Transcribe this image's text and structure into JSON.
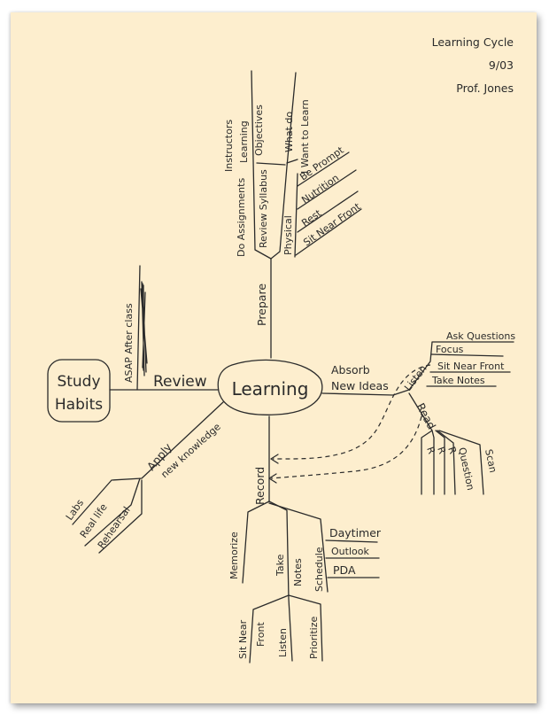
{
  "header": {
    "title": "Learning Cycle",
    "date": "9/03",
    "author": "Prof. Jones"
  },
  "center": "Learning",
  "study_box": {
    "line1": "Study",
    "line2": "Habits"
  },
  "review": {
    "label": "Review",
    "sub": "ASAP After class"
  },
  "prepare": {
    "label": "Prepare",
    "objectives": {
      "l1": "Instructors",
      "l2": "Learning",
      "l3": "Objectives"
    },
    "want": {
      "l1": "What do",
      "l2": "I Want to Learn"
    },
    "do_assignments": "Do Assignments",
    "review_syllabus": "Review Syllabus",
    "physical": "Physical",
    "physical_items": [
      "Be Prompt",
      "Nutrition",
      "Rest",
      "Sit Near Front"
    ]
  },
  "absorb": {
    "label_l1": "Absorb",
    "label_l2": "New Ideas",
    "listen": "Listen",
    "listen_items": [
      "Ask Questions",
      "Focus",
      "Sit Near Front",
      "Take Notes"
    ],
    "read": "Read",
    "read_items": [
      "R",
      "R",
      "R",
      "Question",
      "Scan"
    ]
  },
  "apply": {
    "label_l1": "Apply",
    "label_l2": "new knowledge",
    "items": [
      "Labs",
      "Real life",
      "Rehearsal"
    ]
  },
  "record": {
    "label": "Record",
    "memorize": "Memorize",
    "take_notes_l1": "Take",
    "take_notes_l2": "Notes",
    "schedule": "Schedule",
    "schedule_items": [
      "Daytimer",
      "Outlook",
      "PDA"
    ],
    "sit_near_l1": "Sit Near",
    "sit_near_l2": "Front",
    "listen": "Listen",
    "prioritize": "Prioritize"
  }
}
